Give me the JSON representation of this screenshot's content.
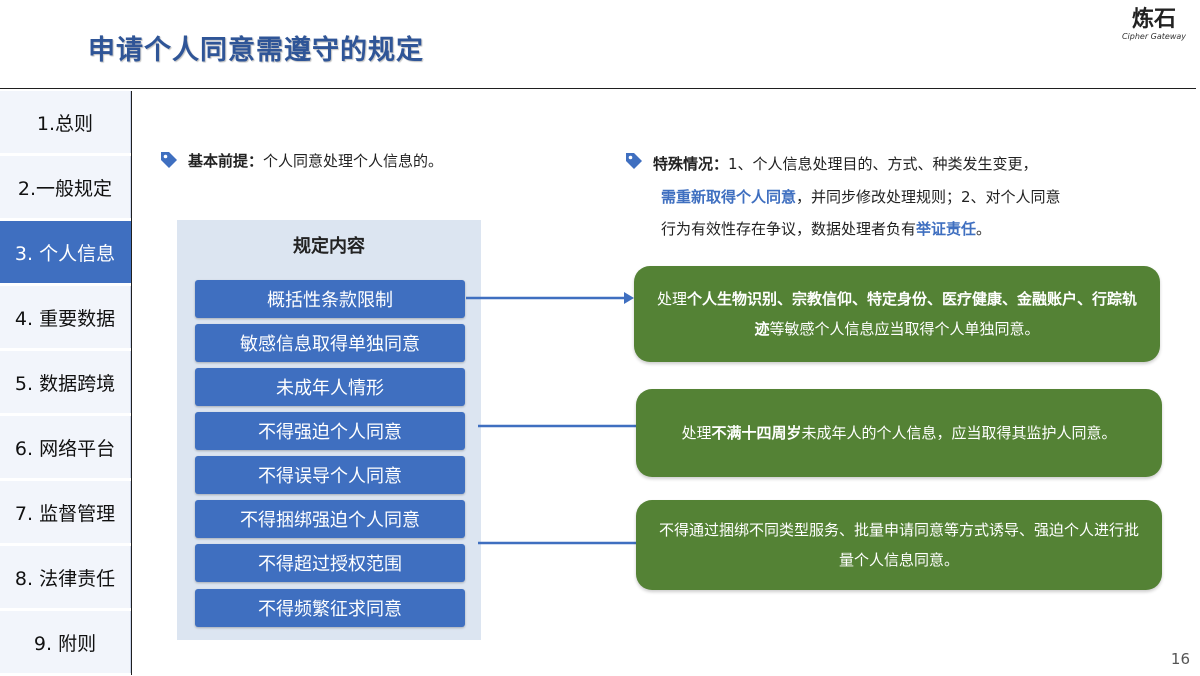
{
  "title": "申请个人同意需遵守的规定",
  "logo": {
    "cn": "炼石",
    "en": "Cipher Gateway"
  },
  "sidebar": {
    "items": [
      {
        "label": "1.总则"
      },
      {
        "label": "2.一般规定"
      },
      {
        "label": "3. 个人信息",
        "active": true
      },
      {
        "label": "4. 重要数据"
      },
      {
        "label": "5. 数据跨境"
      },
      {
        "label": "6. 网络平台"
      },
      {
        "label": "7. 监督管理"
      },
      {
        "label": "8. 法律责任"
      },
      {
        "label": "9. 附则"
      }
    ]
  },
  "premise": {
    "icon": "tag-icon",
    "label": "基本前提：",
    "text": "个人同意处理个人信息的。"
  },
  "special": {
    "icon": "tag-icon",
    "label": "特殊情况：",
    "part1": "1、个人信息处理目的、方式、种类发生变更，",
    "highlight1": "需重新取得个人同意",
    "part2": "，并同步修改处理规则；2、对个人同意",
    "part3": "行为有效性存在争议，数据处理者负有",
    "highlight2": "举证责任",
    "part4": "。"
  },
  "panel": {
    "title": "规定内容",
    "items": [
      "概括性条款限制",
      "敏感信息取得单独同意",
      "未成年人情形",
      "不得强迫个人同意",
      "不得误导个人同意",
      "不得捆绑强迫个人同意",
      "不得超过授权范围",
      "不得频繁征求同意"
    ]
  },
  "notes": [
    {
      "p1": "处理",
      "b1": "个人生物识别、宗教信仰、特定身份、医疗健康、金融账户、行踪轨迹",
      "p2": "等敏感个人信息应当取得个人单独同意。"
    },
    {
      "p1": "处理",
      "b1": "不满十四周岁",
      "p2": "未成年人的个人信息，应当取得其监护人同意。"
    },
    {
      "p1": "不得通过捆绑不同类型服务、批量申请同意等方式诱导、强迫个人进行批量个人信息同意。"
    }
  ],
  "colors": {
    "accent_blue": "#3f6fc0",
    "title_blue": "#2f5597",
    "green": "#548235",
    "panel_bg": "#dce5f1"
  },
  "page_number": "16"
}
